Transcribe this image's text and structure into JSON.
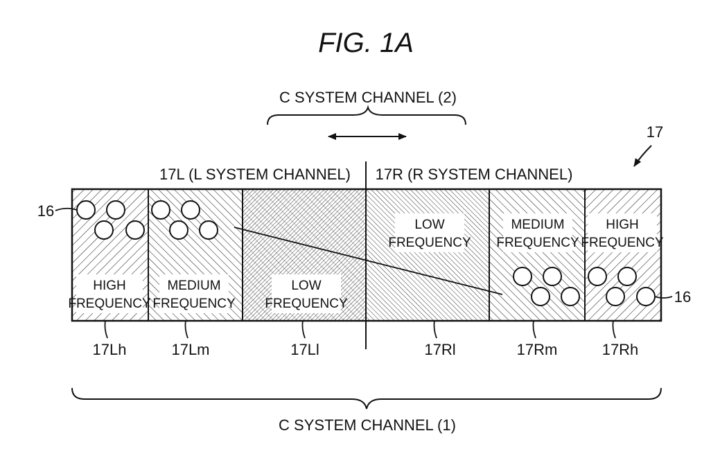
{
  "figure_title": "FIG. 1A",
  "c_channel_2": "C SYSTEM CHANNEL (2)",
  "c_channel_1": "C SYSTEM CHANNEL (1)",
  "l_channel": "17L (L SYSTEM CHANNEL)",
  "r_channel": "17R (R SYSTEM CHANNEL)",
  "ref_17": "17",
  "ref_16_left": "16",
  "ref_16_right": "16",
  "segments": {
    "lh": {
      "line1": "HIGH",
      "line2": "FREQUENCY",
      "ref": "17Lh"
    },
    "lm": {
      "line1": "MEDIUM",
      "line2": "FREQUENCY",
      "ref": "17Lm"
    },
    "ll": {
      "line1": "LOW",
      "line2": "FREQUENCY",
      "ref": "17Ll"
    },
    "rl": {
      "line1": "LOW",
      "line2": "FREQUENCY",
      "ref": "17Rl"
    },
    "rm": {
      "line1": "MEDIUM",
      "line2": "FREQUENCY",
      "ref": "17Rm"
    },
    "rh": {
      "line1": "HIGH",
      "line2": "FREQUENCY",
      "ref": "17Rh"
    }
  }
}
